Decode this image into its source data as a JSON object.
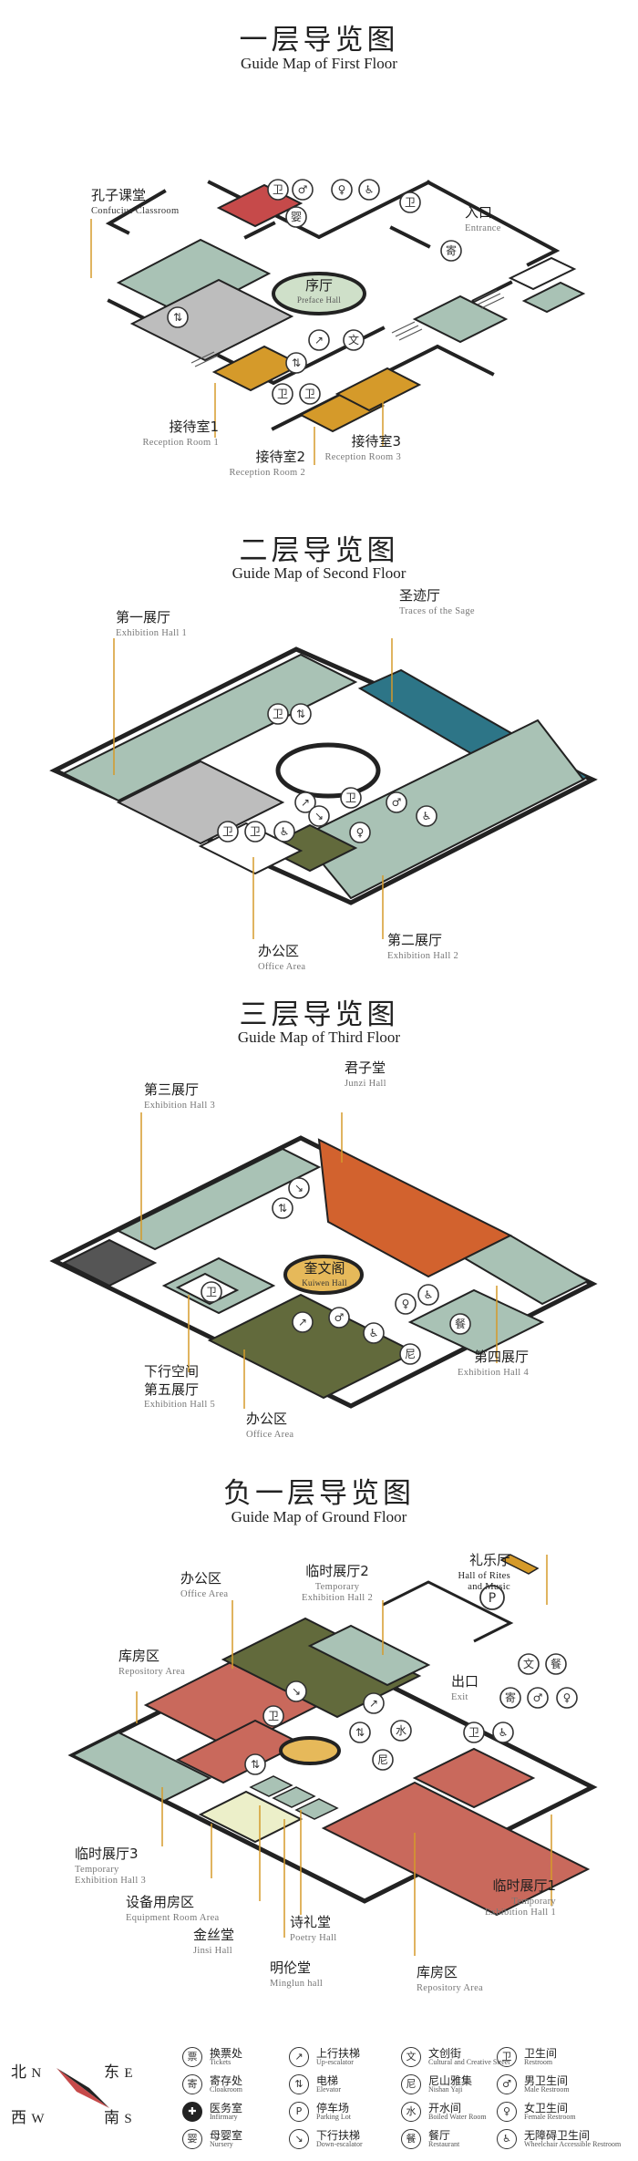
{
  "floors": {
    "first": {
      "title_cn": "一层导览图",
      "title_en": "Guide Map of First Floor",
      "labels": {
        "confucius": {
          "cn": "孔子课堂",
          "en": "Confucius Classroom"
        },
        "preface": {
          "cn": "序厅",
          "en": "Preface Hall"
        },
        "entrance": {
          "cn": "入口",
          "en": "Entrance"
        },
        "reception1": {
          "cn": "接待室1",
          "en": "Reception Room 1"
        },
        "reception2": {
          "cn": "接待室2",
          "en": "Reception Room 2"
        },
        "reception3": {
          "cn": "接待室3",
          "en": "Reception Room 3"
        }
      }
    },
    "second": {
      "title_cn": "二层导览图",
      "title_en": "Guide Map of Second Floor",
      "labels": {
        "hall1": {
          "cn": "第一展厅",
          "en": "Exhibition Hall 1"
        },
        "sage": {
          "cn": "圣迹厅",
          "en": "Traces of the Sage"
        },
        "office": {
          "cn": "办公区",
          "en": "Office Area"
        },
        "hall2": {
          "cn": "第二展厅",
          "en": "Exhibition Hall 2"
        }
      }
    },
    "third": {
      "title_cn": "三层导览图",
      "title_en": "Guide Map of Third Floor",
      "labels": {
        "hall3": {
          "cn": "第三展厅",
          "en": "Exhibition Hall 3"
        },
        "junzi": {
          "cn": "君子堂",
          "en": "Junzi Hall"
        },
        "kuiwen": {
          "cn": "奎文阁",
          "en": "Kuiwen Hall"
        },
        "hall4": {
          "cn": "第四展厅",
          "en": "Exhibition Hall 4"
        },
        "hall5_cn_top": "下行空间",
        "hall5": {
          "cn": "第五展厅",
          "en": "Exhibition Hall 5"
        },
        "office": {
          "cn": "办公区",
          "en": "Office Area"
        }
      }
    },
    "ground": {
      "title_cn": "负一层导览图",
      "title_en": "Guide Map of Ground Floor",
      "labels": {
        "rites": {
          "cn": "礼乐厅",
          "en1": "Hall of Rites",
          "en2": "and Music"
        },
        "office": {
          "cn": "办公区",
          "en": "Office Area"
        },
        "temp2": {
          "cn": "临时展厅2",
          "en1": "Temporary",
          "en2": "Exhibition Hall 2"
        },
        "repo_left": {
          "cn": "库房区",
          "en": "Repository Area"
        },
        "exit": {
          "cn": "出口",
          "en": "Exit"
        },
        "temp3": {
          "cn": "临时展厅3",
          "en1": "Temporary",
          "en2": "Exhibition Hall 3"
        },
        "temp1": {
          "cn": "临时展厅1",
          "en1": "Temporary",
          "en2": "Exhibition Hall 1"
        },
        "equipment": {
          "cn": "设备用房区",
          "en": "Equipment Room Area"
        },
        "jinsi": {
          "cn": "金丝堂",
          "en": "Jinsi Hall"
        },
        "poetry": {
          "cn": "诗礼堂",
          "en": "Poetry Hall"
        },
        "minglun": {
          "cn": "明伦堂",
          "en": "Minglun hall"
        },
        "repo_right": {
          "cn": "库房区",
          "en": "Repository Area"
        }
      }
    }
  },
  "compass": {
    "north": {
      "cn": "北",
      "en": "N"
    },
    "east": {
      "cn": "东",
      "en": "E"
    },
    "west": {
      "cn": "西",
      "en": "W"
    },
    "south": {
      "cn": "南",
      "en": "S"
    }
  },
  "legend": [
    {
      "icon": "ticket-icon",
      "glyph": "票",
      "cn": "换票处",
      "en": "Tickets"
    },
    {
      "icon": "up-escalator-icon",
      "glyph": "↗",
      "cn": "上行扶梯",
      "en": "Up-escalator"
    },
    {
      "icon": "cultural-street-icon",
      "glyph": "文",
      "cn": "文创街",
      "en": "Cultural and Creative Street"
    },
    {
      "icon": "restroom-icon",
      "glyph": "卫",
      "cn": "卫生间",
      "en": "Restroom"
    },
    {
      "icon": "cloakroom-icon",
      "glyph": "寄",
      "cn": "寄存处",
      "en": "Cloakroom"
    },
    {
      "icon": "elevator-icon",
      "glyph": "⇅",
      "cn": "电梯",
      "en": "Elevator"
    },
    {
      "icon": "nishan-icon",
      "glyph": "尼",
      "cn": "尼山雅集",
      "en": "Nishan Yaji"
    },
    {
      "icon": "male-restroom-icon",
      "glyph": "♂",
      "cn": "男卫生间",
      "en": "Male Restroom"
    },
    {
      "icon": "infirmary-icon",
      "glyph": "✚",
      "cn": "医务室",
      "en": "Infirmary"
    },
    {
      "icon": "parking-icon",
      "glyph": "P",
      "cn": "停车场",
      "en": "Parking Lot"
    },
    {
      "icon": "boiled-water-icon",
      "glyph": "水",
      "cn": "开水间",
      "en": "Boiled Water Room"
    },
    {
      "icon": "female-restroom-icon",
      "glyph": "♀",
      "cn": "女卫生间",
      "en": "Female Restroom"
    },
    {
      "icon": "nursery-icon",
      "glyph": "婴",
      "cn": "母婴室",
      "en": "Nursery"
    },
    {
      "icon": "down-escalator-icon",
      "glyph": "↘",
      "cn": "下行扶梯",
      "en": "Down-escalator"
    },
    {
      "icon": "restaurant-icon",
      "glyph": "餐",
      "cn": "餐厅",
      "en": "Restaurant"
    },
    {
      "icon": "accessible-restroom-icon",
      "glyph": "♿",
      "cn": "无障碍卫生间",
      "en": "Wheelchair Accessible Restroom"
    }
  ],
  "colors": {
    "hall_sage_green": "#a9c2b5",
    "teal": "#2d7587",
    "orange": "#d2622e",
    "olive": "#626a3c",
    "gold": "#d59a2a",
    "red": "#c64a4a",
    "salmon": "#c9695c",
    "grey": "#bdbdbd",
    "dark_grey": "#555555",
    "cream": "#ecefc9",
    "light_green": "#cfe0c9"
  }
}
